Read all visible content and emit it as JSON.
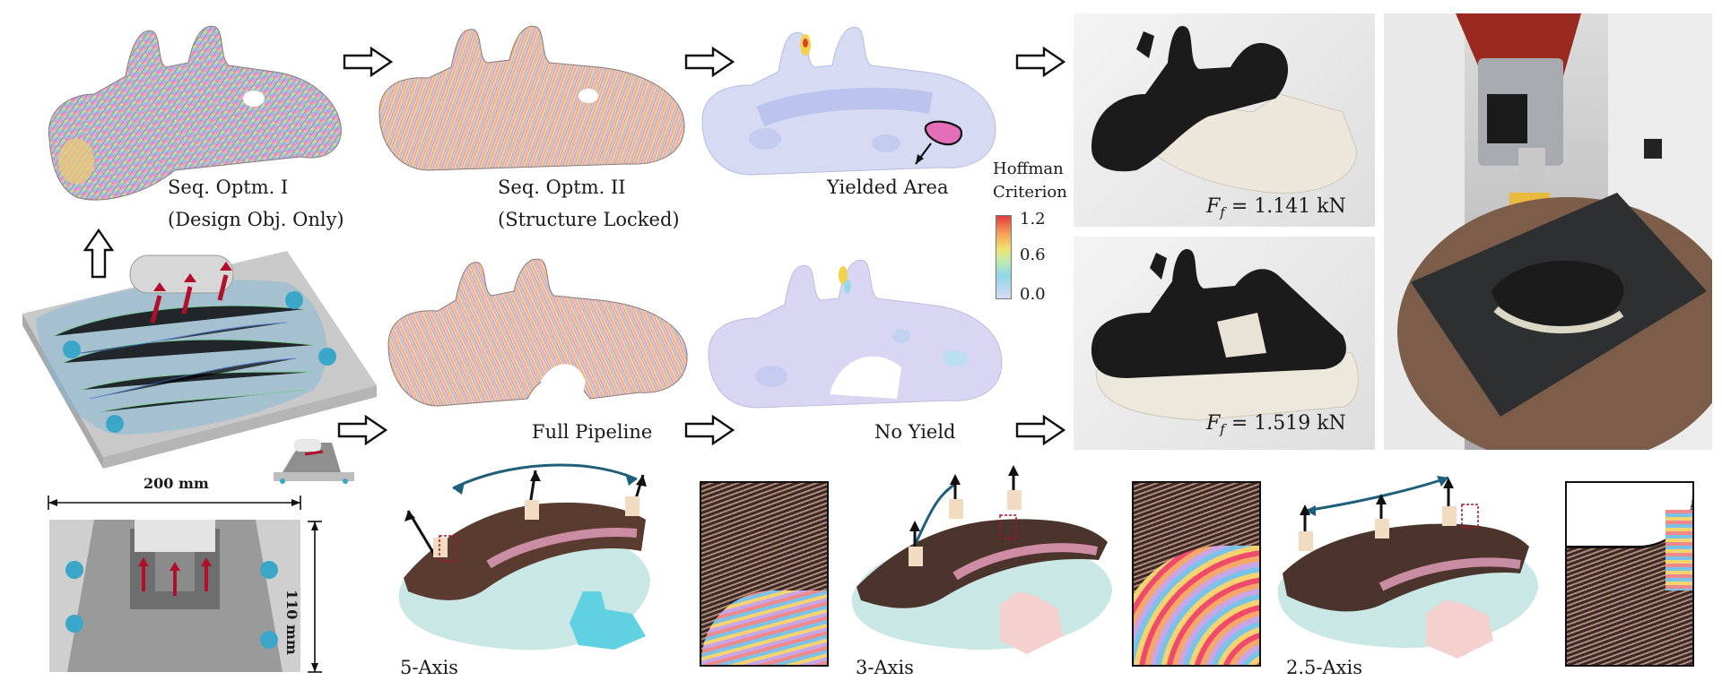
{
  "labels": {
    "seq1_line1": "Seq. Optm. I",
    "seq1_line2": "(Design Obj. Only)",
    "seq2_line1": "Seq. Optm. II",
    "seq2_line2": "(Structure Locked)",
    "yielded": "Yielded Area",
    "full_pipeline": "Full Pipeline",
    "no_yield": "No Yield",
    "force_top_sym": "F",
    "force_top_sub": "f",
    "force_top_val": "= 1.141 kN",
    "force_bot_sym": "F",
    "force_bot_sub": "f",
    "force_bot_val": "= 1.519 kN",
    "axis5": "5-Axis",
    "axis3": "3-Axis",
    "axis25": "2.5-Axis"
  },
  "colorbar": {
    "title_line1": "Hoffman",
    "title_line2": "Criterion",
    "max": "1.2",
    "mid": "0.6",
    "min": "0.0"
  },
  "dimensions": {
    "width": "200 mm",
    "height": "110 mm"
  },
  "colors": {
    "stress_low": "#d8dcf4",
    "stress_high": "#e03a3a",
    "support_teal": "#bfe3df",
    "load_arrow": "#b0102a",
    "printed_black": "#1b1b1b"
  }
}
